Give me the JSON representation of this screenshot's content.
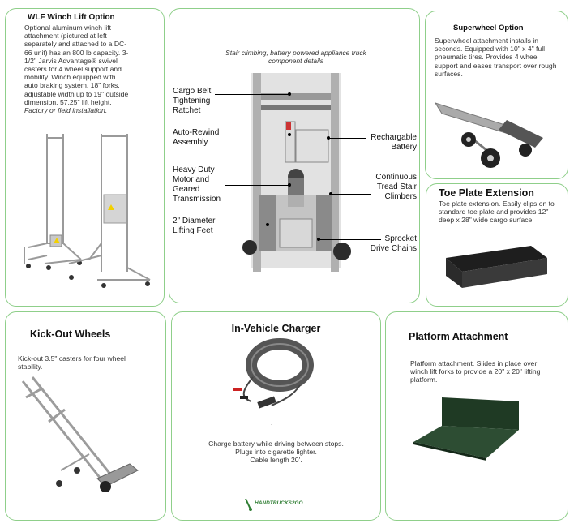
{
  "winch": {
    "title": "WLF Winch Lift Option",
    "text": "Optional aluminum winch lift attachment (pictured at left separately and attached to a DC-66 unit) has an 800 lb capacity.  3-1/2\" Jarvis Advantage® swivel casters for  4 wheel support and mobility. Winch equipped with auto braking system. 18\" forks, adjustable width up to 19\" outside dimension. 57.25\" lift height.",
    "note": "Factory or field installation."
  },
  "center": {
    "caption": "Stair climbing, battery powered appliance truck component details",
    "callouts": {
      "cargo_belt": "Cargo Belt Tightening Ratchet",
      "auto_rewind": "Auto-Rewind Assembly",
      "motor": "Heavy Duty Motor and Geared Transmission",
      "lifting_feet": "2\" Diameter Lifting Feet",
      "battery": "Rechargable Battery",
      "tread": "Continuous Tread Stair Climbers",
      "sprocket": "Sprocket Drive Chains"
    }
  },
  "superwheel": {
    "title": "Superwheel Option",
    "text": "Superwheel attachment installs in seconds.  Equipped with 10\" x 4\" full pneumatic tires.  Provides 4 wheel support and eases transport over rough surfaces."
  },
  "toe": {
    "title": "Toe Plate Extension",
    "text": "Toe plate extension.  Easily clips on to standard toe plate and provides 12\" deep x 28\" wide cargo surface."
  },
  "kick": {
    "title": "Kick-Out Wheels",
    "text": "Kick-out 3.5\" casters for four wheel stability."
  },
  "charger": {
    "title": "In-Vehicle Charger",
    "dot": ".",
    "line1": "Charge battery while driving between stops.",
    "line2": "Plugs into cigarette lighter.",
    "line3": "Cable length 20'.",
    "logo_text": "HANDTRUCKS2GO"
  },
  "platform": {
    "title": "Platform Attachment",
    "text": "Platform attachment.  Slides in place over winch lift forks to provide a 20\" x 20\" lifting platform."
  },
  "colors": {
    "border": "#8fcf8a",
    "metal": "#b8b8b8",
    "dark": "#2b2b2b",
    "platform_green": "#24402a"
  }
}
